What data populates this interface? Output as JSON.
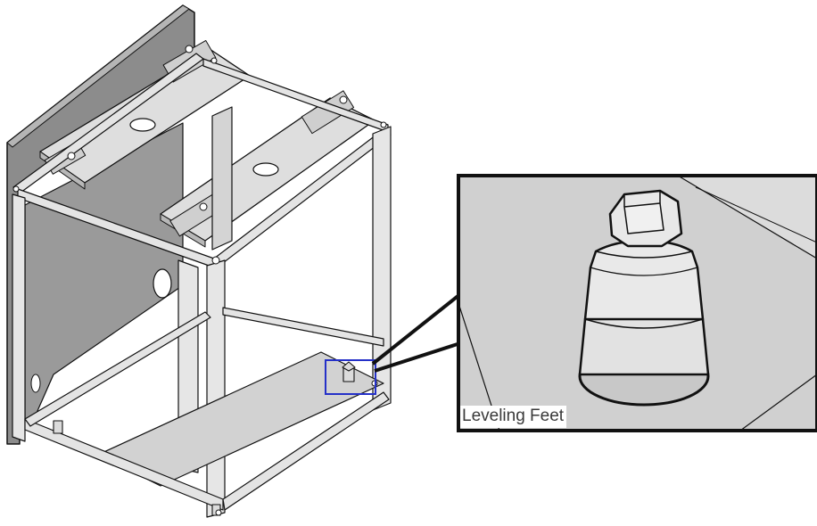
{
  "callout": {
    "label": "Leveling Feet",
    "highlight_color": "#2430c8"
  },
  "drawing": {
    "subject": "equipment-frame",
    "style": "technical-line-illustration"
  }
}
